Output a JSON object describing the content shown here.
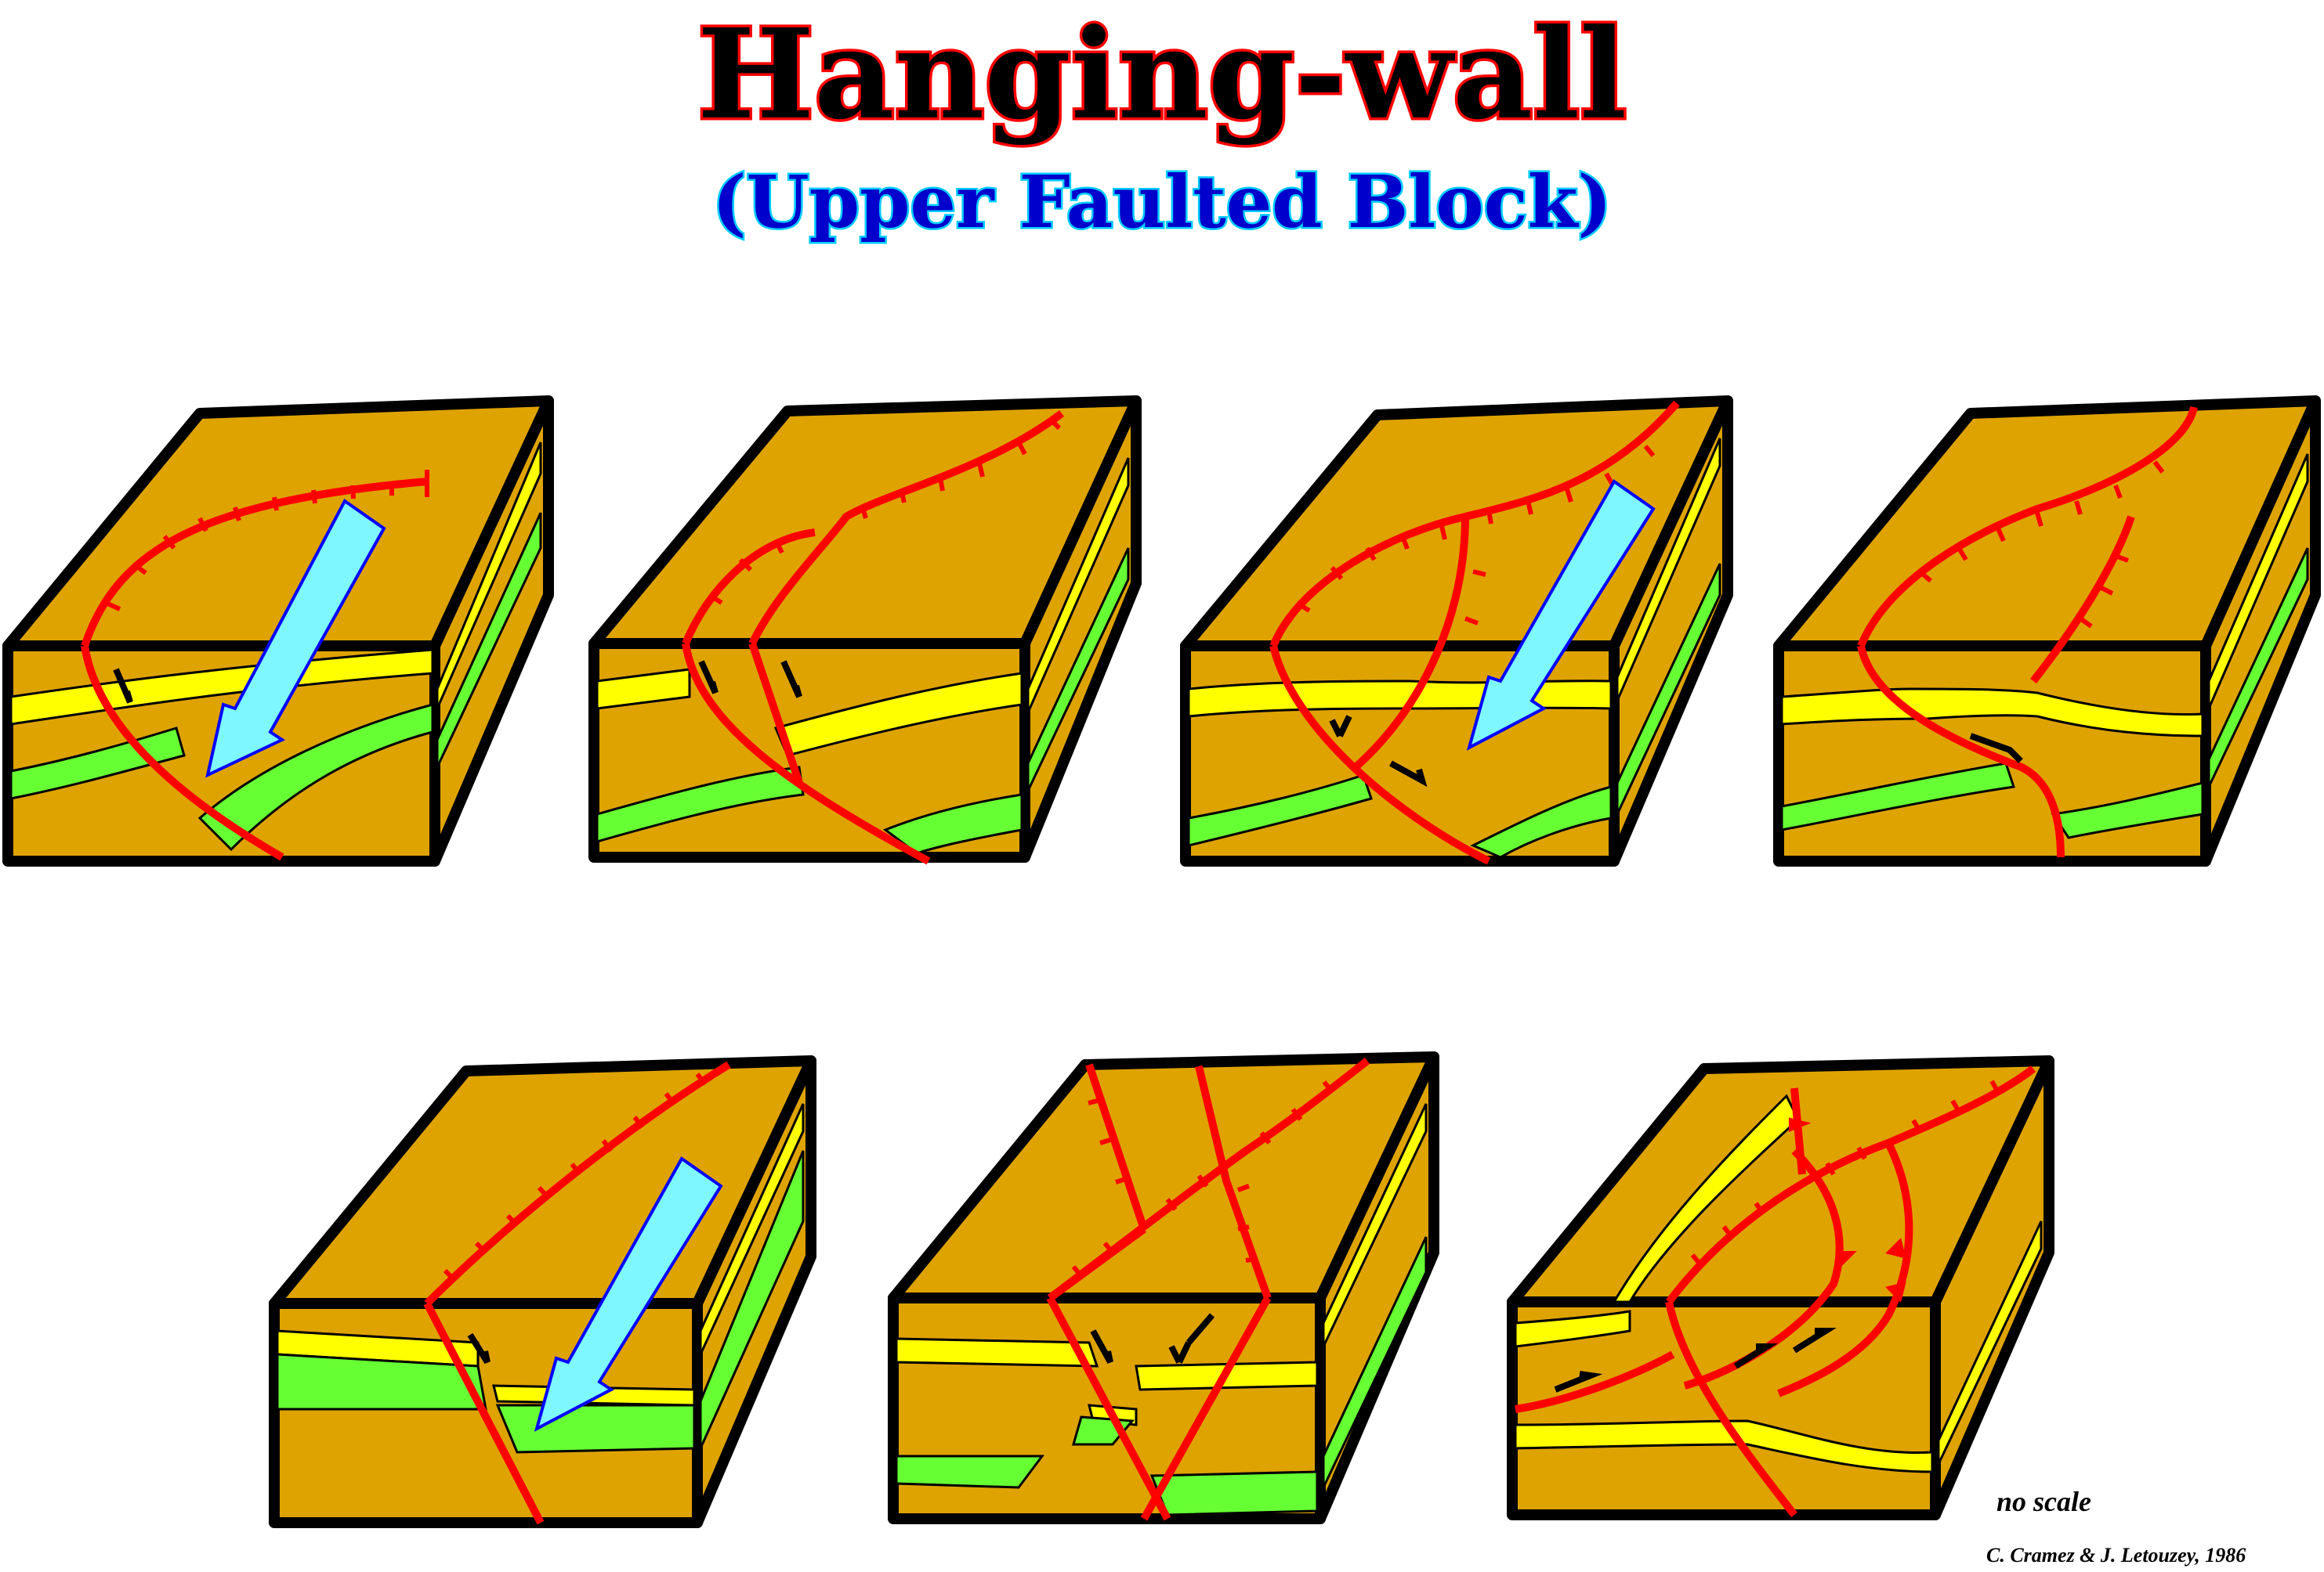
{
  "header": {
    "title": "Hanging-wall",
    "subtitle": "(Upper Faulted Block)"
  },
  "footer": {
    "scale_note": "no scale",
    "credit": "C. Cramez & J. Letouzey, 1986"
  },
  "colors": {
    "block_fill": "#dfa300",
    "edge": "#000000",
    "fault": "#ff0000",
    "yellow_layer": "#ffff00",
    "green_layer": "#66ff33",
    "arrow_fill": "#7ff7ff",
    "arrow_edge": "#0000ff",
    "title_fill": "#000000",
    "title_outline": "#ff0000",
    "subtitle_fill": "#0000cc",
    "subtitle_outline": "#00ccff"
  },
  "blocks": [
    {
      "id": 1,
      "has_movement_arrow": true,
      "icon": "blue-dip-arrow-icon"
    },
    {
      "id": 2,
      "has_movement_arrow": false
    },
    {
      "id": 3,
      "has_movement_arrow": true,
      "icon": "blue-dip-arrow-icon"
    },
    {
      "id": 4,
      "has_movement_arrow": false
    },
    {
      "id": 5,
      "has_movement_arrow": true,
      "icon": "blue-dip-arrow-icon"
    },
    {
      "id": 6,
      "has_movement_arrow": false
    },
    {
      "id": 7,
      "has_movement_arrow": false
    }
  ]
}
